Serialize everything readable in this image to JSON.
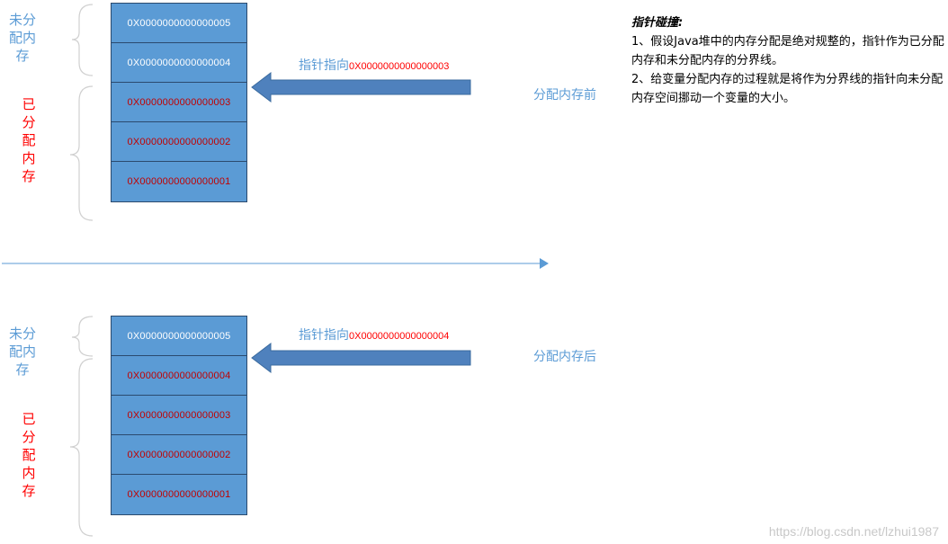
{
  "before": {
    "unallocated_label": [
      "未分",
      "配内",
      "存"
    ],
    "allocated_label": [
      "已",
      "分",
      "配",
      "内",
      "存"
    ],
    "cells": [
      {
        "addr": "0X0000000000000005",
        "state": "free"
      },
      {
        "addr": "0X0000000000000004",
        "state": "free"
      },
      {
        "addr": "0X0000000000000003",
        "state": "used"
      },
      {
        "addr": "0X0000000000000002",
        "state": "used"
      },
      {
        "addr": "0X0000000000000001",
        "state": "used"
      }
    ],
    "pointer_prefix": "指针指向",
    "pointer_addr": "0X0000000000000003",
    "state_label": "分配内存前"
  },
  "after": {
    "unallocated_label": [
      "未分",
      "配内",
      "存"
    ],
    "allocated_label": [
      "已",
      "分",
      "配",
      "内",
      "存"
    ],
    "cells": [
      {
        "addr": "0X0000000000000005",
        "state": "free"
      },
      {
        "addr": "0X0000000000000004",
        "state": "used"
      },
      {
        "addr": "0X0000000000000003",
        "state": "used"
      },
      {
        "addr": "0X0000000000000002",
        "state": "used"
      },
      {
        "addr": "0X0000000000000001",
        "state": "used"
      }
    ],
    "pointer_prefix": "指针指向",
    "pointer_addr": "0X0000000000000004",
    "state_label": "分配内存后"
  },
  "note": {
    "title": "指针碰撞:",
    "lines": [
      "1、假设Java堆中的内存分配是绝对规整的，指针作为已分配内存和未分配内存的分界线。",
      "2、给变量分配内存的过程就是将作为分界线的指针向未分配内存空间挪动一个变量的大小。"
    ]
  },
  "watermark": "https://blog.csdn.net/lzhui1987",
  "colors": {
    "cell_fill": "#5b9bd5",
    "arrow_fill": "#4f81bd",
    "label_blue": "#5b9bd5",
    "label_red": "#ff0000",
    "addr_used": "#c00000",
    "bracket": "#d0d0d0"
  }
}
